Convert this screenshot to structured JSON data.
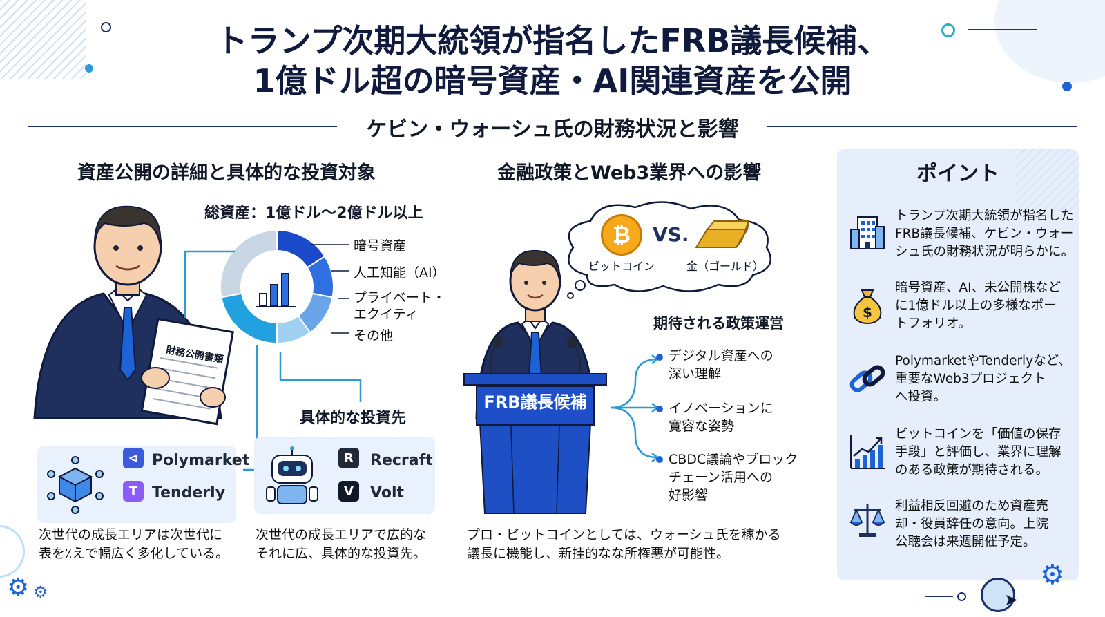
{
  "title": {
    "line1": "トランプ次期大統領が指名したFRB議長候補、",
    "line2": "1億ドル超の暗号資産・AI関連資産を公開"
  },
  "subtitle": "ケビン・ウォーシュ氏の財務状況と影響",
  "left": {
    "heading": "資産公開の詳細と具体的な投資対象",
    "total_assets": "総資産：1億ドル〜2億ドル以上",
    "document_label": "財務公開書類",
    "donut_legend": [
      "暗号資産",
      "人工知能（AI）",
      "プライベート・",
      "エクイティ",
      "その他"
    ],
    "investments_heading": "具体的な投資先",
    "brands_a": [
      {
        "name": "Polymarket",
        "color": "#3b5bdb"
      },
      {
        "name": "Tenderly",
        "color": "#8b5cf6"
      }
    ],
    "brands_b": [
      {
        "name": "Recraft",
        "color": "#1f2937"
      },
      {
        "name": "Volt",
        "color": "#111827"
      }
    ],
    "caption_a": [
      "次世代の成長エリアは次世代に",
      "表を٪えで幅広く多化している。"
    ],
    "caption_b": [
      "次世代の成長エリアで広的な",
      "それに広、具体的な投資先。"
    ]
  },
  "center": {
    "heading": "金融政策とWeb3業界への影響",
    "bitcoin_label": "ビットコイン",
    "vs": "VS.",
    "gold_label": "金（ゴールド）",
    "podium_label": "FRB議長候補",
    "policy_heading": "期待される政策運営",
    "policies": [
      [
        "デジタル資産への",
        "深い理解"
      ],
      [
        "イノベーションに",
        "寛容な姿勢"
      ],
      [
        "CBDC議論やブロック",
        "チェーン活用への",
        "好影響"
      ]
    ],
    "caption": [
      "プロ・ビットコインとしては、ウォーシュ氏を稼かる",
      "議長に機能し、新挂的なな所権悪が可能性。"
    ]
  },
  "points": {
    "heading": "ポイント",
    "items": [
      {
        "icon": "building-icon",
        "lines": [
          "トランプ次期大統領が指名した",
          "FRB議長候補、ケビン・ウォー",
          "シュ氏の財務状況が明らかに。"
        ]
      },
      {
        "icon": "money-bag-icon",
        "lines": [
          "暗号資産、AI、未公開株など",
          "に1億ドル以上の多様なポー",
          "トフォリオ。"
        ]
      },
      {
        "icon": "chain-link-icon",
        "lines": [
          "PolymarketやTenderlyなど、",
          "重要なWeb3プロジェクト",
          "へ投資。"
        ]
      },
      {
        "icon": "growth-chart-icon",
        "lines": [
          "ビットコインを「価値の保存",
          "手段」と評価し、業界に理解",
          "のある政策が期待される。"
        ]
      },
      {
        "icon": "scales-icon",
        "lines": [
          "利益相反回避のため資産売",
          "却・役員辞任の意向。上院",
          "公聴会は来週開催予定。"
        ]
      }
    ]
  },
  "colors": {
    "navy": "#1c2f6b",
    "accent_blue": "#1e63d6",
    "panel_bg": "#e6eefb",
    "donut": [
      "#1a49c9",
      "#2f6fe0",
      "#6aa5ea",
      "#9fd0f2",
      "#22a1e0",
      "#c9d6e3"
    ]
  }
}
